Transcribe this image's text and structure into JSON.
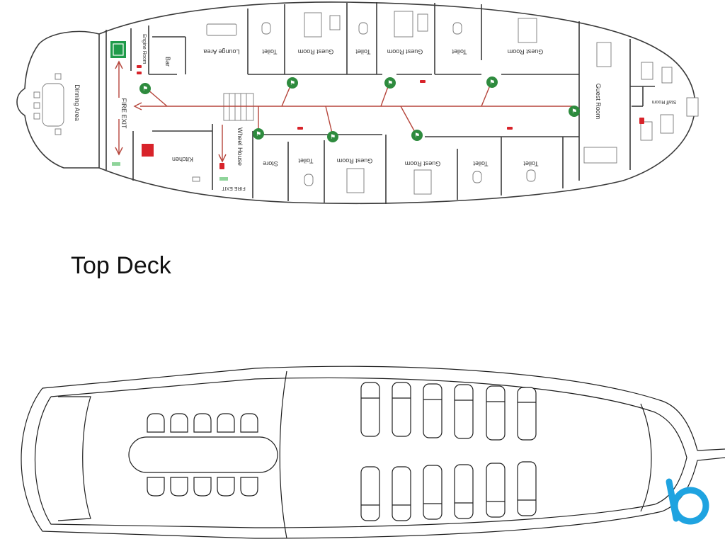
{
  "title": "Top Deck",
  "colors": {
    "wall": "#3a3a3a",
    "route": "#b5443a",
    "marker_green": "#2e8b3e",
    "extinguisher_red": "#d8232a",
    "exit_sign_green": "#1f9b4a",
    "logo_blue": "#1fa3e0"
  },
  "rooms": {
    "dinning_area": "Dinning Area",
    "fire_exit_left": "FIRE EXIT",
    "engine_room": "Engine Room",
    "bar": "Bar",
    "kitchen": "Kitchen",
    "lounge_area": "Lounge Area",
    "wheel_house": "Wheel House",
    "fire_exit_bottom": "FIRE EXIT",
    "store": "Store",
    "toilet_top_1": "Toilet",
    "guest_room_top_1": "Guest Room",
    "toilet_top_2": "Toilet",
    "guest_room_top_2": "Guest Room",
    "toilet_top_3": "Toilet",
    "guest_room_top_3": "Guest Room",
    "guest_room_bow": "Guest Room",
    "staff_room": "Staff Room",
    "toilet_bottom_1": "Toilet",
    "guest_room_bottom_1": "Guest Room",
    "guest_room_bottom_2": "Guest Room",
    "toilet_bottom_2": "Toilet",
    "toilet_bottom_3": "Toilet"
  },
  "icons": {
    "muster_marker": "running-person-icon",
    "extinguisher": "fire-extinguisher-icon",
    "exit_sign": "exit-sign-icon",
    "fire_point": "fire-point-icon",
    "logo": "brand-b-logo-icon"
  }
}
